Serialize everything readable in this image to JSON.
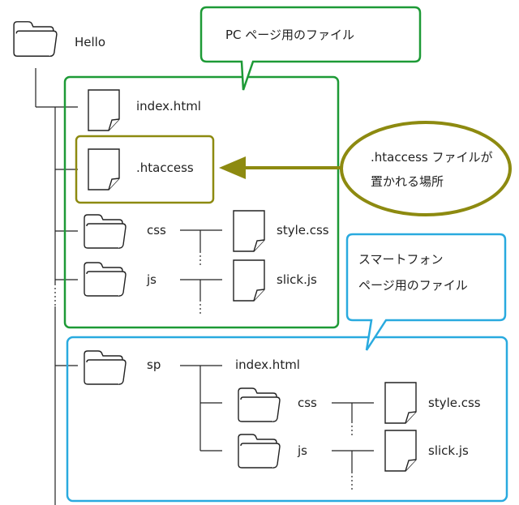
{
  "root": {
    "label": "Hello"
  },
  "pc": {
    "files": {
      "index": "index.html",
      "htaccess": ".htaccess",
      "css_folder": "css",
      "css_file": "style.css",
      "js_folder": "js",
      "js_file": "slick.js"
    },
    "callout": "PC ページ用のファイル"
  },
  "htaccess_callout": {
    "line1": ".htaccess ファイルが",
    "line2": "置かれる場所"
  },
  "sp": {
    "folder": "sp",
    "index": "index.html",
    "css_folder": "css",
    "css_file": "style.css",
    "js_folder": "js",
    "js_file": "slick.js",
    "callout_line1": "スマートフォン",
    "callout_line2": "ページ用のファイル"
  },
  "colors": {
    "pc_frame": "#1d9a36",
    "htaccess_frame": "#8d8a10",
    "sp_frame": "#29aadf",
    "line": "#222222"
  }
}
